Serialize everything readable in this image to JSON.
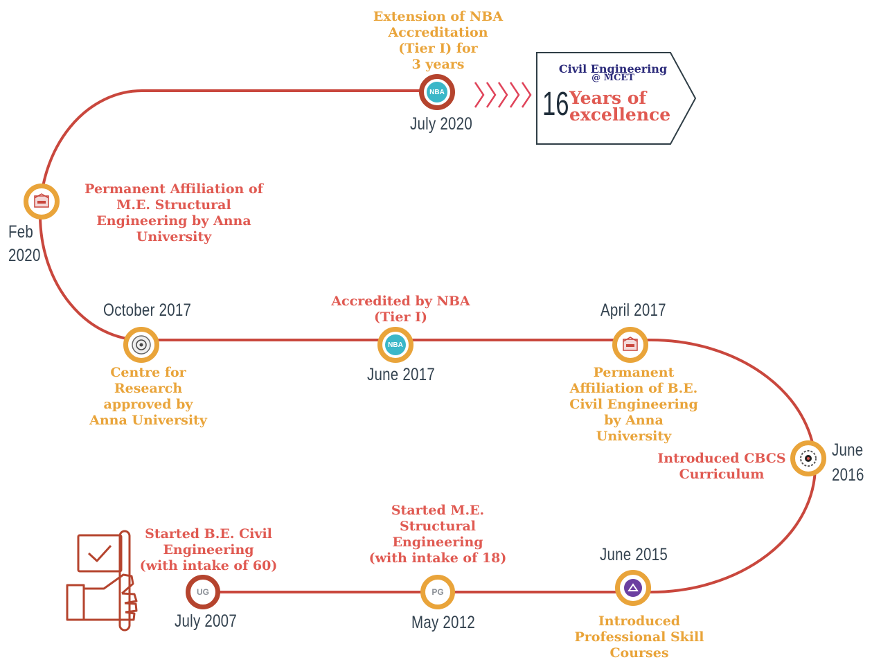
{
  "colors": {
    "line": "#c9473d",
    "marker_orange": "#e9a43a",
    "marker_brown": "#b5442e",
    "text_red": "#e05a52",
    "text_orange": "#e9a43a",
    "date_text": "#33424f",
    "badge_navy": "#2b2a7a",
    "badge_dark": "#1f2d3a",
    "chevrons": "#e0445a"
  },
  "badge": {
    "line1": "Civil Engineering",
    "line2": "@ MCET",
    "number": "16",
    "line3": "Years of",
    "line4": "excellence"
  },
  "events": [
    {
      "id": "july2007",
      "date": "July 2007",
      "icon": "ug-icon",
      "icon_text": "UG",
      "caption": [
        "Started B.E. Civil",
        "Engineering",
        "(with intake of 60)"
      ],
      "caption_color": "red"
    },
    {
      "id": "may2012",
      "date": "May 2012",
      "icon": "pg-icon",
      "icon_text": "PG",
      "caption": [
        "Started M.E.",
        "Structural",
        "Engineering",
        "(with intake of 18)"
      ],
      "caption_color": "red"
    },
    {
      "id": "june2015",
      "date": "June 2015",
      "icon": "skill-icon",
      "icon_text": "",
      "caption": [
        "Introduced",
        "Professional Skill",
        "Courses"
      ],
      "caption_color": "orange"
    },
    {
      "id": "june2016",
      "date_lines": [
        "June",
        "2016"
      ],
      "icon": "cbcs-icon",
      "icon_text": "",
      "caption": [
        "Introduced CBCS",
        "Curriculum"
      ],
      "caption_color": "red"
    },
    {
      "id": "april2017",
      "date": "April 2017",
      "icon": "university-icon",
      "icon_text": "",
      "caption": [
        "Permanent",
        "Affiliation of B.E.",
        "Civil Engineering",
        "by Anna",
        "University"
      ],
      "caption_color": "orange"
    },
    {
      "id": "june2017",
      "date": "June 2017",
      "icon": "nba-icon",
      "icon_text": "NBA",
      "caption": [
        "Accredited by NBA",
        "(Tier I)"
      ],
      "caption_color": "red"
    },
    {
      "id": "oct2017",
      "date": "October 2017",
      "icon": "research-seal-icon",
      "icon_text": "",
      "caption": [
        "Centre for",
        "Research",
        "approved by",
        "Anna University"
      ],
      "caption_color": "orange"
    },
    {
      "id": "feb2020",
      "date_lines": [
        "Feb",
        "2020"
      ],
      "icon": "university-icon",
      "icon_text": "",
      "caption": [
        "Permanent Affiliation of",
        "M.E. Structural",
        "Engineering by Anna",
        "University"
      ],
      "caption_color": "red"
    },
    {
      "id": "july2020",
      "date": "July 2020",
      "icon": "nba-icon",
      "icon_text": "NBA",
      "caption": [
        "Extension of NBA",
        "Accreditation",
        "(Tier I) for",
        "3 years"
      ],
      "caption_color": "orange"
    }
  ]
}
